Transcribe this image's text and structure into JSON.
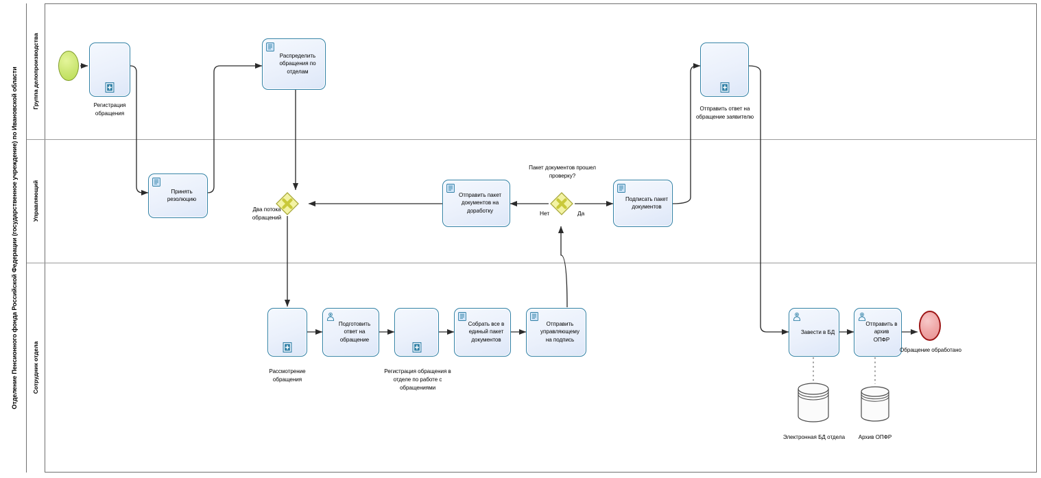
{
  "pool": {
    "label": "Отделение Пенсионного фонда Российской Федерации (государственное учреждение) по Ивановской области",
    "lanes": [
      {
        "id": "lane-records",
        "label": "Группа делопроизводства"
      },
      {
        "id": "lane-manager",
        "label": "Управляющий"
      },
      {
        "id": "lane-employee",
        "label": "Сотрудник отдела"
      }
    ]
  },
  "events": {
    "start": {
      "name": "start-event",
      "label": ""
    },
    "end": {
      "name": "end-event",
      "label": "Обращение обработано"
    }
  },
  "tasks": {
    "registration": {
      "label": "",
      "ext_label": "Регистрация обращения",
      "icon": "subprocess-plus-marker"
    },
    "distribute": {
      "label": "Распределить обращения по отделам",
      "icon": "manual-task-icon"
    },
    "resolution": {
      "label": "Принять резолюцию",
      "icon": "manual-task-icon"
    },
    "send_back": {
      "label": "Отправить пакет документов на доработку",
      "icon": "manual-task-icon"
    },
    "sign_package": {
      "label": "Подписать пакет документов",
      "icon": "manual-task-icon"
    },
    "send_answer": {
      "label": "",
      "ext_label": "Отправить ответ на обращение заявителю",
      "icon": "subprocess-plus-marker"
    },
    "review": {
      "label": "",
      "ext_label": "Рассмотрение обращения",
      "icon": "subprocess-plus-marker"
    },
    "prepare_answer": {
      "label": "Подготовить ответ на обращение",
      "icon": "user-task-icon"
    },
    "dept_registration": {
      "label": "",
      "ext_label": "Регистрация обращения в отделе по работе с обращениями",
      "icon": "subprocess-plus-marker"
    },
    "collect_package": {
      "label": "Собрать все в единый пакет документов",
      "icon": "manual-task-icon"
    },
    "send_to_manager": {
      "label": "Отправить управляющему на подпись",
      "icon": "manual-task-icon"
    },
    "enter_db": {
      "label": "Завести в БД",
      "icon": "user-task-icon"
    },
    "send_archive": {
      "label": "Отправить в архив ОПФР",
      "icon": "user-task-icon"
    }
  },
  "gateways": {
    "two_flows": {
      "label": "Два потока обращений",
      "type": "exclusive"
    },
    "check_package": {
      "label": "Пакет документов прошел проверку?",
      "type": "exclusive"
    }
  },
  "conditions": {
    "no": "Нет",
    "yes": "Да"
  },
  "datastores": [
    {
      "id": "ds-dept-db",
      "label": "Электронная БД отдела"
    },
    {
      "id": "ds-archive",
      "label": "Архив ОПФР"
    }
  ],
  "colors": {
    "task_border": "#2f7fa5",
    "task_fill": "#eaf0fb",
    "start_fill": "#c3e264",
    "start_border": "#7f9b2a",
    "end_fill": "#f0aaaa",
    "end_border": "#9c1414",
    "gateway_fill": "#f2f2a0",
    "gateway_border": "#a9a93c",
    "gateway_marker": "#c9c93a",
    "flow_line": "#2b2b2b",
    "lane_border": "#6f6f6f"
  }
}
